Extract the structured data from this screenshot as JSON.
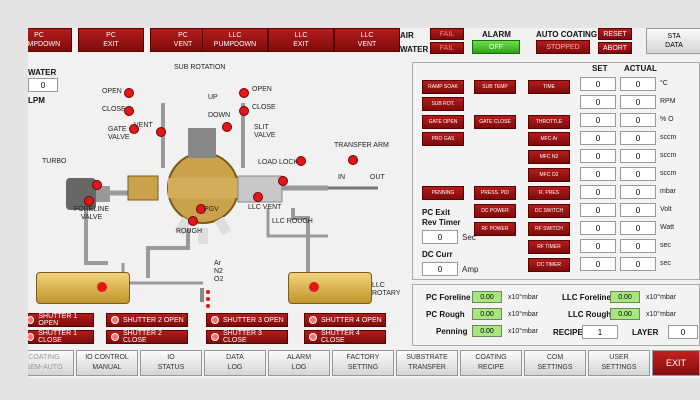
{
  "top_buttons": [
    "PC\nPUMPDOWN",
    "PC\nEXIT",
    "PC\nVENT",
    "LLC\nPUMPDOWN",
    "LLC\nEXIT",
    "LLC\nVENT"
  ],
  "status": {
    "air_label": "AIR",
    "air_value": "FAIL",
    "water_label": "WATER",
    "water_value": "FAIL",
    "alarm_label": "ALARM",
    "alarm_value": "OFF",
    "auto_coating_label": "AUTO COATING",
    "auto_coating_value": "STOPPED",
    "reset": "RESET",
    "abort": "ABORT",
    "start_data": "STA\nDATA"
  },
  "water": {
    "label": "WATER",
    "value": "0",
    "unit": "LPM"
  },
  "diagram_labels": {
    "sub_rotation": "SUB ROTATION",
    "up": "UP",
    "down": "DOWN",
    "open_left": "OPEN",
    "close_left": "CLOSE",
    "open_right": "OPEN",
    "close_right": "CLOSE",
    "gate_valve": "GATE\nVALVE",
    "vent": "VENT",
    "slit_valve": "SLIT\nVALVE",
    "transfer_arm": "TRANSFER ARM",
    "in": "IN",
    "out": "OUT",
    "turbo": "TURBO",
    "load_lock": "LOAD LOCK",
    "foreline_valve": "FORELINE\nVALVE",
    "pgv": "PGV",
    "llc_vent": "LLC VENT",
    "llc_rough": "LLC ROUGH",
    "rough": "ROUGH",
    "ar": "Ar",
    "n2": "N2",
    "o2": "O2",
    "llc_rotary": "LLC\nROTARY"
  },
  "shutters": [
    {
      "open": "SHUTTER 1 OPEN",
      "close": "SHUTTER 1 CLOSE"
    },
    {
      "open": "SHUTTER 2 OPEN",
      "close": "SHUTTER 2 CLOSE"
    },
    {
      "open": "SHUTTER 3 OPEN",
      "close": "SHUTTER 3 CLOSE"
    },
    {
      "open": "SHUTTER 4 OPEN",
      "close": "SHUTTER 4 CLOSE"
    }
  ],
  "controls": {
    "ramp_soak": "RAMP SOAK",
    "sub_temp": "SUB TEMP",
    "time": "TIME",
    "sub_rot": "SUB ROT.",
    "gate_open": "GATE OPEN",
    "gate_close": "GATE CLOSE",
    "throttle": "THROTTLE",
    "pro_gas": "PRO GAS",
    "mfc_ar": "MFC Ar",
    "mfc_n2": "MFC N2",
    "mfc_o2": "MFC O2",
    "penning": "PENNING",
    "press_pid": "PRESS. PID",
    "r_pres": "R. PRES",
    "dc_power": "DC POWER",
    "dc_switch": "DC SWITCH",
    "rf_power": "RF POWER",
    "rf_switch": "RF SWITCH",
    "rf_timer": "RF TIMER",
    "dc_timer": "DC TIMER"
  },
  "set_actual": {
    "set_label": "SET",
    "actual_label": "ACTUAL",
    "set_values": [
      "0",
      "0",
      "0",
      "0",
      "0",
      "0",
      "0",
      "0",
      "0",
      "0",
      "0"
    ],
    "actual_values": [
      "0",
      "0",
      "0",
      "0",
      "0",
      "0",
      "0",
      "0",
      "0",
      "0",
      "0"
    ],
    "units": [
      "°C",
      "RPM",
      "% O",
      "sccm",
      "sccm",
      "sccm",
      "mbar",
      "Volt",
      "Watt",
      "sec",
      "sec"
    ]
  },
  "pc_exit": {
    "label": "PC Exit\nRev Timer",
    "value": "0",
    "unit": "Sec"
  },
  "dc_curr": {
    "label": "DC Curr",
    "value": "0",
    "unit": "Amp"
  },
  "gauges": {
    "pc_foreline": "PC Foreline",
    "pc_rough": "PC Rough",
    "penning": "Penning",
    "llc_foreline": "LLC Foreline",
    "llc_rough": "LLC Rough",
    "value": "0.00",
    "unit": "x10°mbar",
    "recipe_label": "RECIPE",
    "recipe_value": "1",
    "layer_label": "LAYER",
    "layer_value": "0"
  },
  "nav": [
    "COATING\nSEM-AUTO",
    "IO CONTROL\nMANUAL",
    "IO\nSTATUS",
    "DATA\nLOG",
    "ALARM\nLOG",
    "FACTORY\nSETTING",
    "SUBSTRATE\nTRANSFER",
    "COATING\nRECIPE",
    "COM\nSETTINGS",
    "USER\nSETTINGS",
    "EXIT"
  ]
}
